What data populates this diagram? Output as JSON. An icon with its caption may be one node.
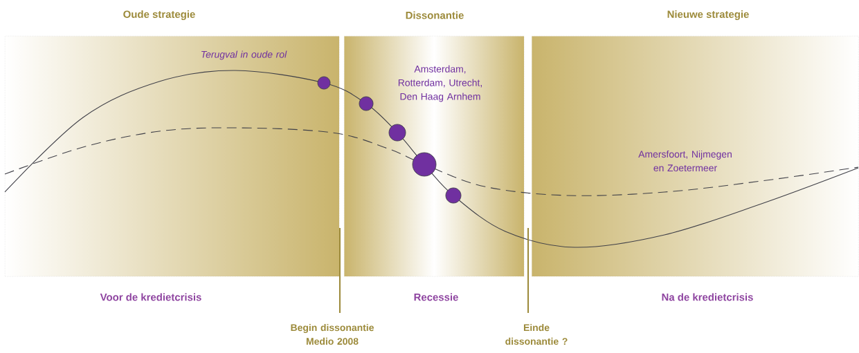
{
  "diagram": {
    "nodes": [
      {
        "text": [
          "Oude strategie",
          "Voor de kredietcrisis"
        ]
      },
      {
        "text": [
          "Dissonantie",
          "Recessie"
        ]
      },
      {
        "text": [
          "Nieuwe strategie",
          "Na de kredietcrisis"
        ]
      }
    ],
    "labels": [
      "Terugval in oude rol",
      "Amsterdam, Rotterdam, Utrecht, Den Haag Arnhem",
      "Amersfoort, Nijmegen en Zoetermeer",
      "Begin dissonantie Medio 2008",
      "Einde dissonantie ?"
    ]
  }
}
